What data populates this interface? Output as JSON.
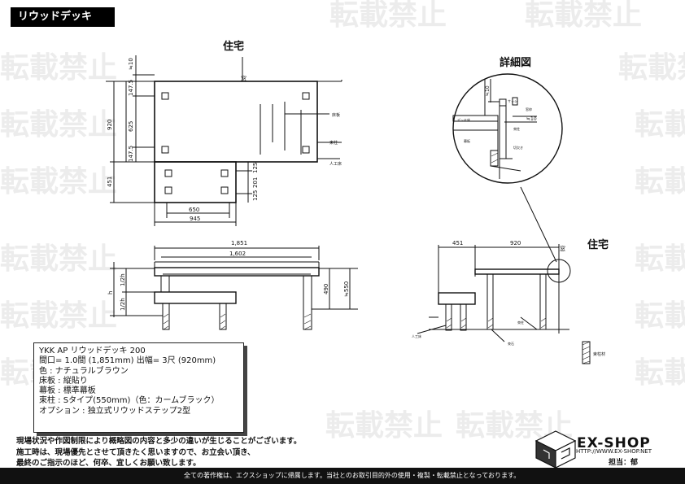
{
  "title": "リウッドデッキ 200",
  "watermark": "転載禁止",
  "plan": {
    "house_label": "住宅",
    "window_label": "窓",
    "dims": {
      "top": "≒10",
      "upper_a": "147.5",
      "middle": "625",
      "upper_b": "147.5",
      "total_h": "920",
      "lower_h": "451",
      "step_a": "125",
      "step_b": "201",
      "step_c": "125",
      "width_650": "650",
      "width_945": "945"
    },
    "notes": {
      "deck": "床板",
      "frame": "束柱",
      "artificial": "人工床"
    }
  },
  "detail": {
    "title": "詳細図",
    "dims": {
      "d1": "≒10",
      "d2": "≒10"
    },
    "labels": {
      "l1": "デッキ床",
      "l2": "幕板",
      "l3": "束柱",
      "l4": "サッシ",
      "l5": "窓枠",
      "l6": "切欠き"
    }
  },
  "front": {
    "dims": {
      "w1": "1,851",
      "w2": "1,602",
      "h_total": "h",
      "h_half_a": "1/2h",
      "h_half_b": "1/2h",
      "h490": "490",
      "h550": "≒550"
    }
  },
  "side": {
    "house_label": "住宅",
    "window_label": "窓",
    "dims": {
      "s451": "451",
      "s920": "920"
    },
    "labels": {
      "ground": "人工床",
      "post": "束柱",
      "base": "束石",
      "legend": "束柱材"
    }
  },
  "spec": [
    "YKK AP リウッドデッキ 200",
    "間口= 1.0間 (1,851mm)  出幅= 3尺 (920mm)",
    "色 : ナチュラルブラウン",
    "床板 : 縦貼り",
    "幕板 : 標準幕板",
    "束柱 : Sタイプ(550mm)（色：カームブラック）",
    "オプション : 独立式リウッドステップ2型"
  ],
  "notes": [
    "現場状況や作図制限により概略図の内容と多少の違いが生じることがございます。",
    "施工時は、現場優先とさせて頂きたく思いますので、お立会い頂き、",
    "最終のご指示のほど、何卒、宜しくお願い致します。"
  ],
  "footer": "全ての著作権は、エクスショップに帰属します。当社とのお取引目的外の使用・複製・転載禁止となっております。",
  "logo": {
    "name": "EX-SHOP",
    "url": "HTTP://WWW.EX-SHOP.NET"
  },
  "staff": "担当：郁"
}
